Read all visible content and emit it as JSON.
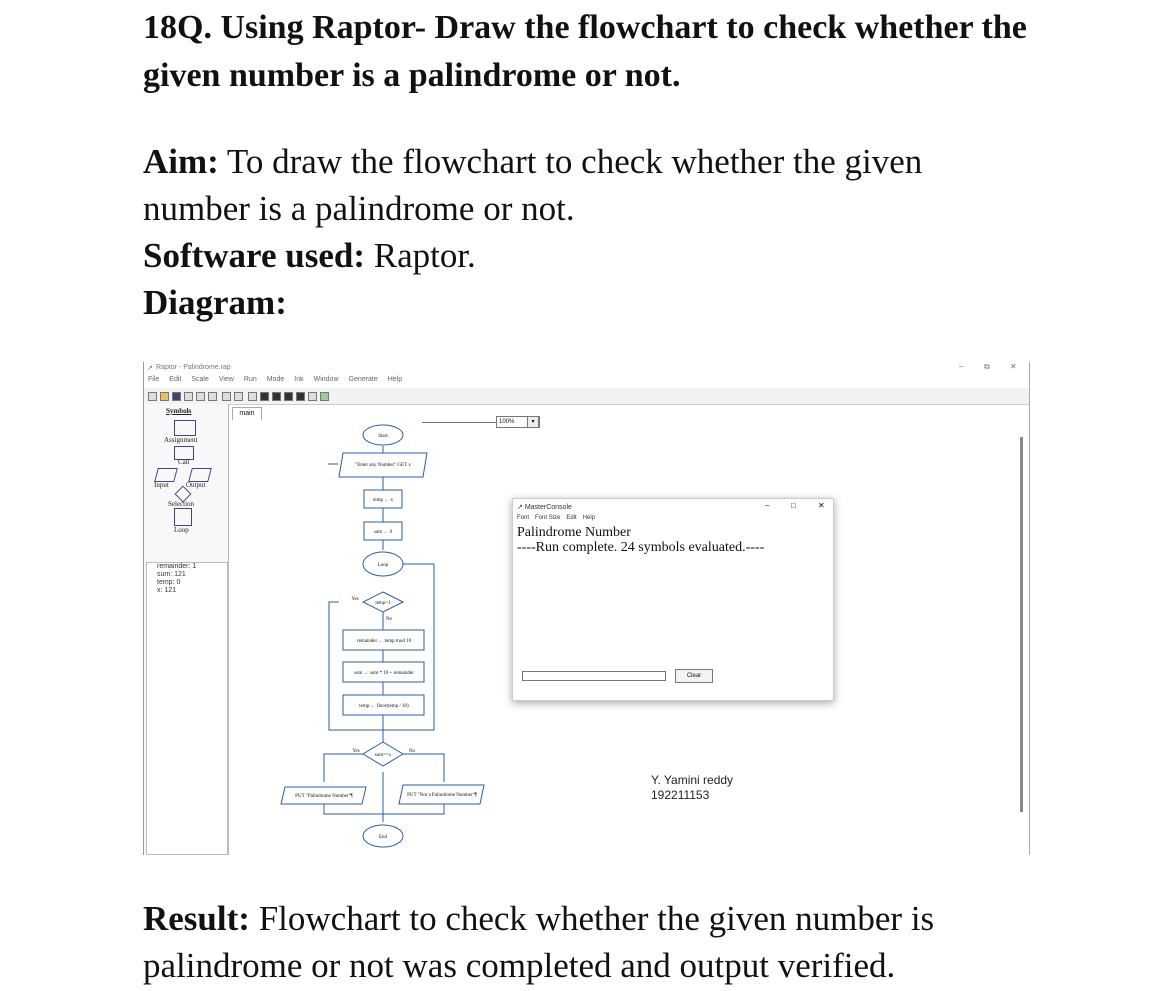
{
  "heading": "18Q. Using Raptor- Draw the flowchart to check whether the given number is a palindrome or not.",
  "aim_label": "Aim:",
  "aim_text": " To draw the flowchart to check whether the given number is a palindrome or not.",
  "software_label": "Software used:",
  "software_text": " Raptor.",
  "diagram_label": "Diagram:",
  "result_label": "Result:",
  "result_text": " Flowchart to check whether the given number is palindrome or not was completed and output verified.",
  "screenshot": {
    "title": "Raptor - Palindrome.rap",
    "menu": [
      "File",
      "Edit",
      "Scale",
      "View",
      "Run",
      "Mode",
      "Ink",
      "Window",
      "Generate",
      "Help"
    ],
    "zoom": "100%",
    "tab": "main",
    "symbols_header": "Symbols",
    "symbols": [
      "Assignment",
      "Call",
      "Input",
      "Output",
      "Selection",
      "Loop"
    ],
    "variables": [
      "remainder: 1",
      "sum: 121",
      "temp: 0",
      "x: 121"
    ],
    "flow": {
      "start": "Start",
      "input": "\"Enter any Number\" GET x",
      "assign1": "temp ← x",
      "assign2": "sum ← 0",
      "loop": "Loop",
      "yes": "Yes",
      "no": "No",
      "cond1": "temp<1",
      "assign3": "remainder ← temp mod 10",
      "assign4": "sum ← sum * 10 + remainder",
      "assign5": "temp ← floor(temp / 10)",
      "cond2": "sum==x",
      "out_yes": "PUT \"Palindrome Number\"¶",
      "out_no": "PUT \"Not a Palindrome Number\"¶",
      "end": "End"
    },
    "console": {
      "title": "MasterConsole",
      "menu": [
        "Font",
        "Font Size",
        "Edit",
        "Help"
      ],
      "line1": "Palindrome Number",
      "line2": "----Run complete.  24 symbols evaluated.----",
      "clear": "Clear"
    },
    "author_name": "Y. Yamini reddy",
    "author_id": "192211153"
  }
}
